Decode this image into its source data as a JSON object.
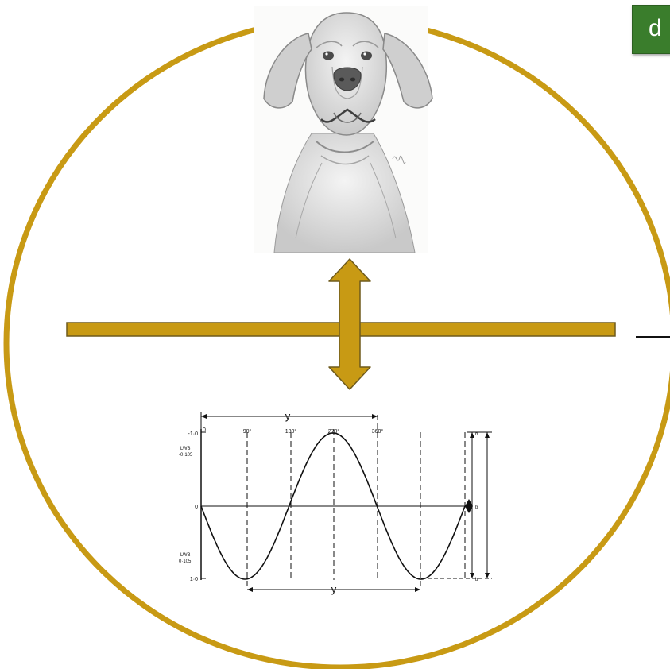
{
  "badge": {
    "text": "d"
  },
  "colors": {
    "accent": "#c89a14",
    "accent_dark": "#8a6a08",
    "badge": "#3a7d2c",
    "ink": "#111111"
  },
  "illustration": {
    "name": "pencil-sketch-dog-portrait"
  },
  "wave_diagram": {
    "top_span_label": "y",
    "bottom_span_label": "y",
    "top_phase_labels": [
      "0",
      "90°",
      "180°",
      "270°",
      "360°"
    ],
    "y_labels": [
      "-1·0",
      "0",
      "1·0"
    ],
    "left_notes": [
      "LWB",
      "-0·105",
      "LWB",
      "0·105"
    ],
    "right_labels": [
      "b",
      "b",
      "b"
    ]
  }
}
